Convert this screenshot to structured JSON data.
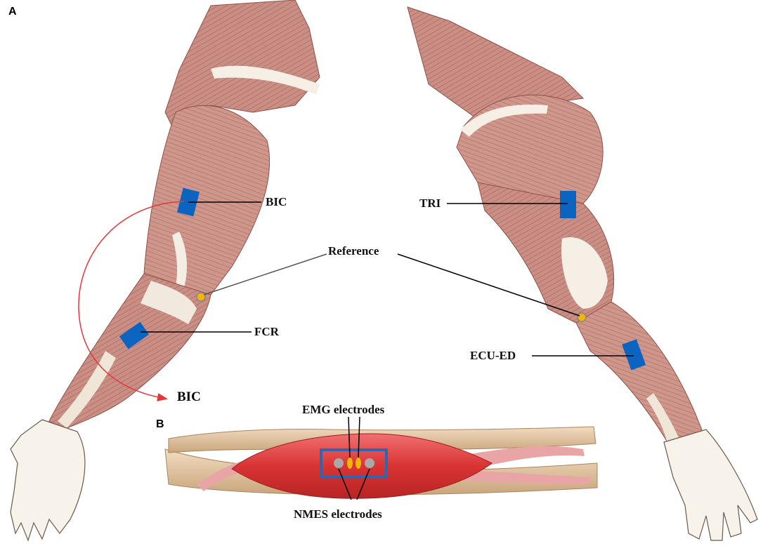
{
  "panels": {
    "a": "A",
    "b": "B"
  },
  "labels": {
    "bic_top": "BIC",
    "reference": "Reference",
    "fcr": "FCR",
    "bic_target": "BIC",
    "tri": "TRI",
    "ecu_ed": "ECU-ED",
    "emg": "EMG electrodes",
    "nmes": "NMES electrodes"
  },
  "colors": {
    "electrode": "#0a64c0",
    "reference": "#f2b705",
    "muscle": "#c98c82",
    "tendon": "#f3ece2",
    "emg_muscle": "#d93a3a",
    "arrow": "#e8353a"
  }
}
